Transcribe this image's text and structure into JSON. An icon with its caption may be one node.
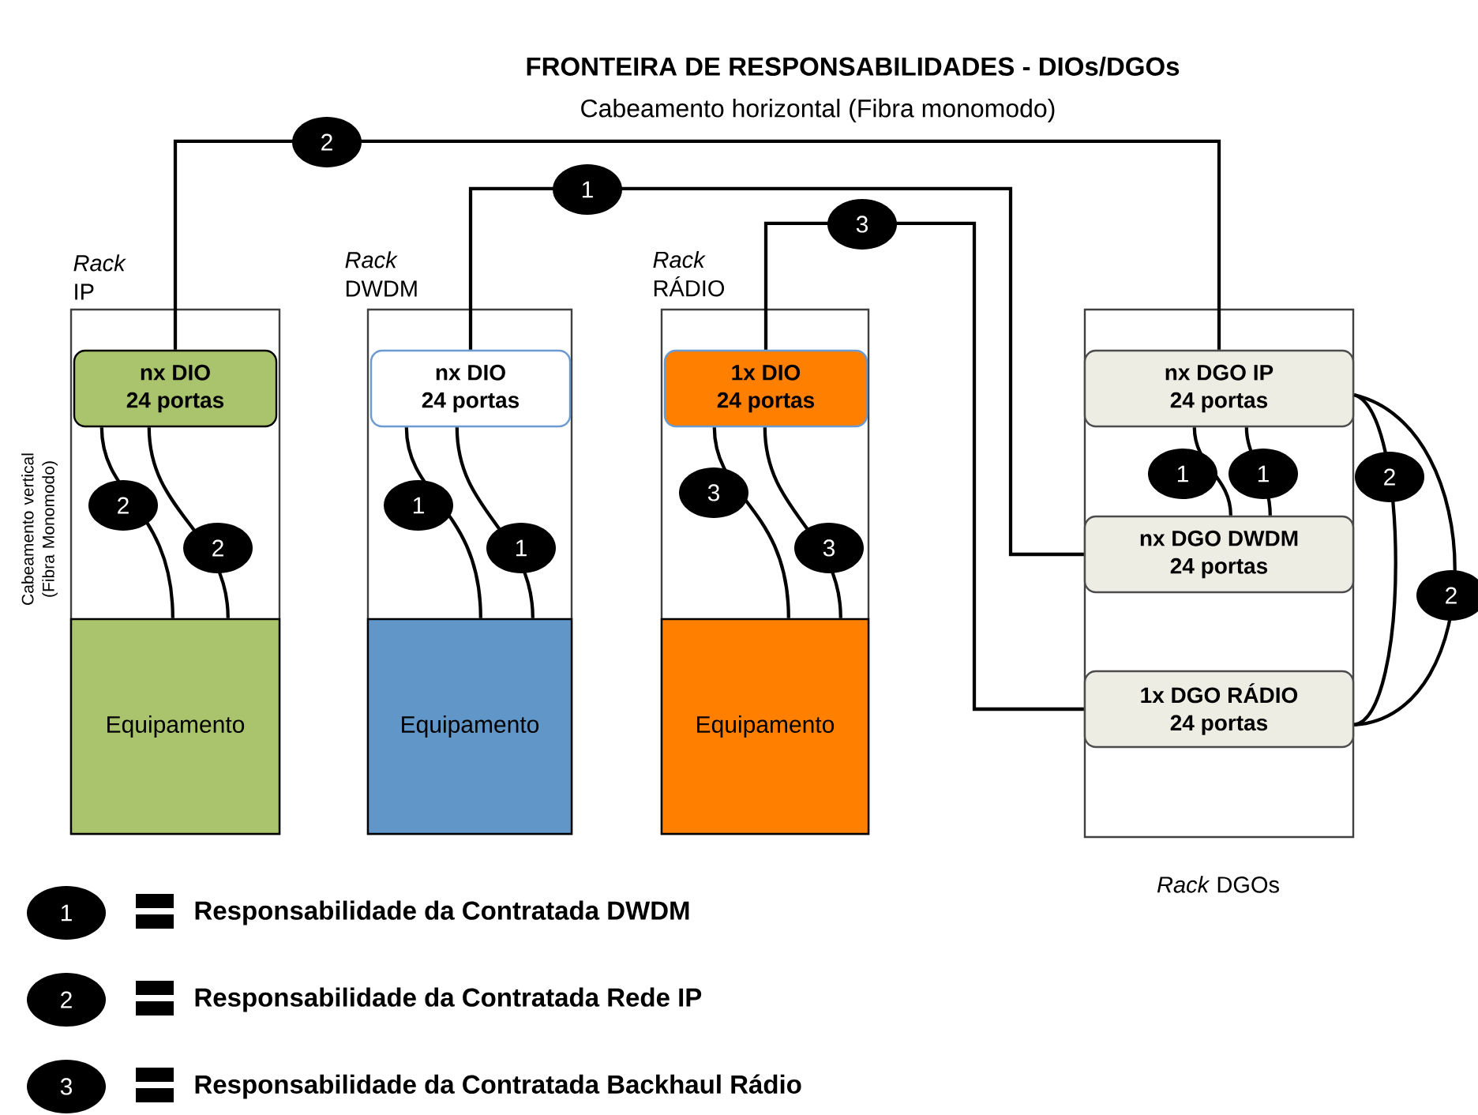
{
  "diagram": {
    "title": "FRONTEIRA DE RESPONSABILIDADES - DIOs/DGOs",
    "nodes": [
      {
        "text": [
          "*Rack* IP"
        ]
      },
      {
        "text": [
          "nx DIO",
          "24 portas"
        ],
        "in": 0
      },
      {
        "text": [
          "Equipamento"
        ],
        "in": 0
      },
      {
        "text": [
          "*Rack* DWDM"
        ]
      },
      {
        "text": [
          "nx DIO",
          "24 portas"
        ],
        "in": 3
      },
      {
        "text": [
          "Equipamento"
        ],
        "in": 3
      },
      {
        "text": [
          "*Rack* RÁDIO"
        ]
      },
      {
        "text": [
          "1x DIO",
          "24 portas"
        ],
        "in": 6
      },
      {
        "text": [
          "Equipamento"
        ],
        "in": 6
      },
      {
        "text": [
          "*Rack* DGOs"
        ]
      },
      {
        "text": [
          "nx DGO IP",
          "24 portas"
        ],
        "in": 9
      },
      {
        "text": [
          "nx DGO DWDM",
          "24 portas"
        ],
        "in": 9
      },
      {
        "text": [
          "1x DGO RÁDIO",
          "24 portas"
        ],
        "in": 9
      }
    ],
    "edges": [
      {
        "from": 1,
        "to": 10,
        "arrow": "none",
        "label": "2"
      },
      {
        "from": 4,
        "to": 11,
        "arrow": "none",
        "label": "1"
      },
      {
        "from": 7,
        "to": 12,
        "arrow": "none",
        "label": "3"
      },
      {
        "from": 1,
        "to": 2,
        "arrow": "none",
        "label": "2"
      },
      {
        "from": 1,
        "to": 2,
        "arrow": "none",
        "label": "2"
      },
      {
        "from": 4,
        "to": 5,
        "arrow": "none",
        "label": "1"
      },
      {
        "from": 4,
        "to": 5,
        "arrow": "none",
        "label": "1"
      },
      {
        "from": 7,
        "to": 8,
        "arrow": "none",
        "label": "3"
      },
      {
        "from": 7,
        "to": 8,
        "arrow": "none",
        "label": "3"
      },
      {
        "from": 10,
        "to": 11,
        "arrow": "none",
        "label": "1"
      },
      {
        "from": 10,
        "to": 11,
        "arrow": "none",
        "label": "1"
      },
      {
        "from": 10,
        "to": 12,
        "arrow": "none",
        "label": "2"
      },
      {
        "from": 10,
        "to": 12,
        "arrow": "none",
        "label": "2"
      }
    ],
    "labels": [
      "Cabeamento horizontal (Fibra monomodo)",
      "Cabeamento vertical (Fibra Monomodo)",
      "1",
      "2",
      "3"
    ],
    "legend": [
      {
        "text": "Responsabilidade da Contratada DWDM"
      },
      {
        "text": "Responsabilidade da Contratada Rede IP"
      },
      {
        "text": "Responsabilidade da Contratada Backhaul Rádio"
      }
    ]
  }
}
